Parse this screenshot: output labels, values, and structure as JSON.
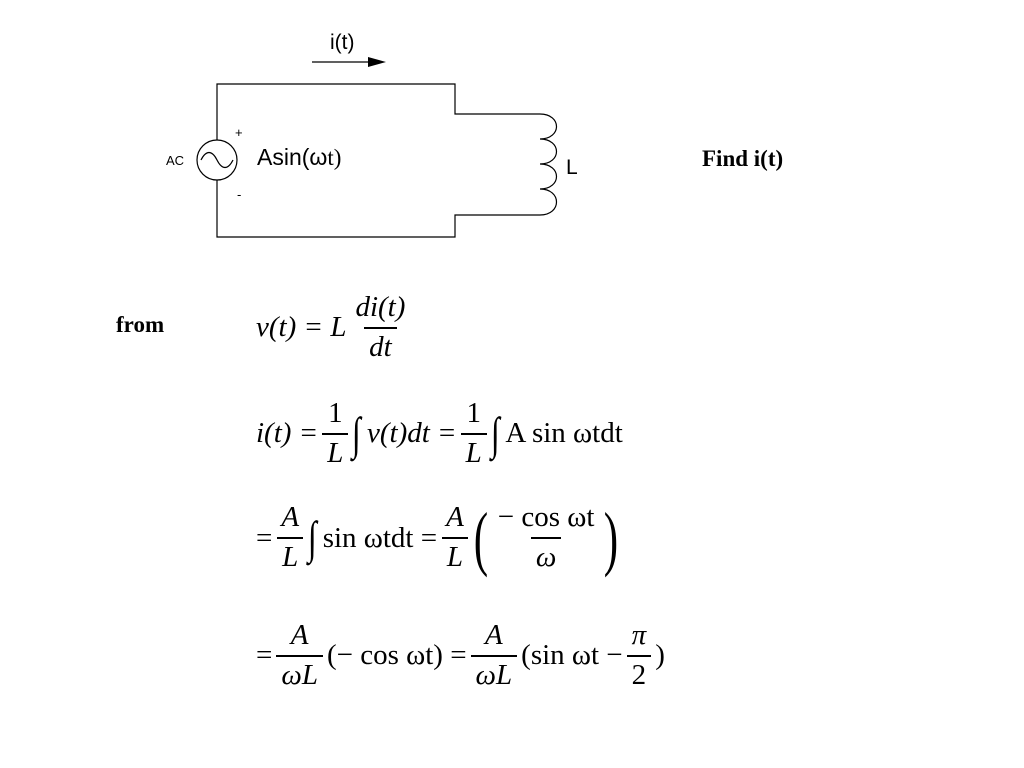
{
  "circuit": {
    "current_label": "i(t)",
    "source_label": "AC",
    "source_expression_prefix": "Asin(ω",
    "source_expression_var": "t",
    "source_expression_suffix": ")",
    "plus_sign": "+",
    "minus_sign": "-",
    "inductor_label": "L"
  },
  "prompt": {
    "find_text": "Find i(t)",
    "from_text": "from"
  },
  "equations": {
    "eq1": {
      "lhs": "v(t) = L",
      "num": "di(t)",
      "den": "dt"
    },
    "eq2": {
      "lhs": "i(t) =",
      "f1_num": "1",
      "f1_den": "L",
      "integrand1": "v(t)dt =",
      "f2_num": "1",
      "f2_den": "L",
      "integrand2": "A sin ωtdt"
    },
    "eq3": {
      "eq": "=",
      "f1_num": "A",
      "f1_den": "L",
      "integrand": "sin ωtdt =",
      "f2_num": "A",
      "f2_den": "L",
      "inner_num": "− cos ωt",
      "inner_den": "ω"
    },
    "eq4": {
      "eq": "=",
      "f1_num": "A",
      "f1_den": "ωL",
      "mid": "(− cos ωt) =",
      "f2_num": "A",
      "f2_den": "ωL",
      "paren_open": "(sin ωt −",
      "f3_num": "π",
      "f3_den": "2",
      "paren_close": ")"
    }
  }
}
